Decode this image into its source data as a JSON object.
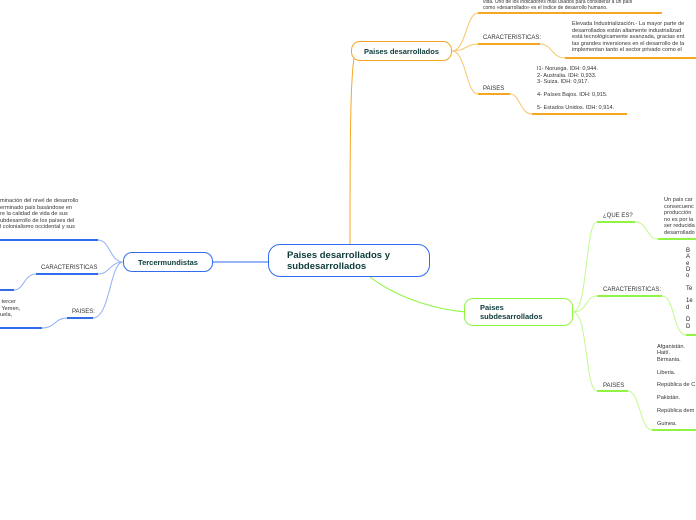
{
  "central": {
    "title": "Paises desarrollados y subdesarrollados"
  },
  "desarrollados": {
    "title": "Paises desarrollados",
    "definition": "vida. Uno de los indicadores más usados para considerar a un país\ncomo «desarrollado» es el índice de desarrollo humano.",
    "caracteristicas_label": "CARACTERISTICAS:",
    "caracteristicas_text": "Elevada Industrialización.- La mayor parte de\ndesarrollados están altamente industrializad\nestá tecnológicamente avanzada, gracias ent\nlas grandes inversiones en el desarrollo de la\nimplementan tanto el sector privado como el",
    "paises_label": "PAISES",
    "paises_text": "I1- Noruega. IDH: 0,944.\n2- Australia. IDH: 0,933.\n3- Suiza. IDH: 0,917.\n\n4- Países Bajos. IDH: 0,915.\n\n5- Estados Unidos. IDH: 0,914."
  },
  "subdesarrollados": {
    "title": "Paises subdesarrollados",
    "que_es_label": "¿QUE ES?",
    "que_es_text": "Un país car\nconsecuenc\nproducción \nno es por la\nser reducida\ndesarrollado",
    "caracteristicas_label": "CARACTERISTICAS:",
    "caracteristicas_text": "B\nA\ne\nD\no\n\nTe\n\n1e\nd\n\nD\nD",
    "paises_label": "PAISES",
    "paises_text": "Afganistán.\nHaití.\nBirmania.\n\nLiberia.\n\nRepública de C\n\nPakistán.\n\nRepública dem\n\nGuinea."
  },
  "tercermundistas": {
    "title": "Tercermundistas",
    "definition": "minación del nivel de desarrollo\nerminado país basándose en\nre la calidad de vida de sus\nubdesarrollo de los países del\nl colonialismo occidental y sus",
    "caracteristicas_label": "CARACTERISTICAS",
    "paises_label": "PAISES:",
    "paises_text": " tercer\n Yemen,\nuela,"
  },
  "colors": {
    "orange": "#f5a623",
    "green": "#8ff542",
    "blue": "#2f6cf0"
  }
}
